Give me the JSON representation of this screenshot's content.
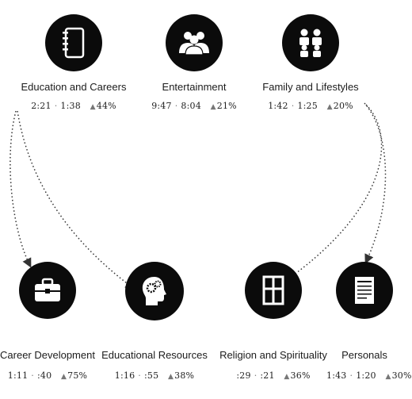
{
  "top": [
    {
      "label": "Education and Careers",
      "before": "2:21",
      "after": "1:38",
      "change": "44%",
      "icon": "notebook-icon"
    },
    {
      "label": "Entertainment",
      "before": "9:47",
      "after": "8:04",
      "change": "21%",
      "icon": "audience-icon"
    },
    {
      "label": "Family and Lifestyles",
      "before": "1:42",
      "after": "1:25",
      "change": "20%",
      "icon": "family-icon"
    }
  ],
  "bottom": [
    {
      "label": "Career Development",
      "before": "1:11",
      "after": ":40",
      "change": "75%",
      "icon": "briefcase-icon"
    },
    {
      "label": "Educational Resources",
      "before": "1:16",
      "after": ":55",
      "change": "38%",
      "icon": "head-gears-icon"
    },
    {
      "label": "Religion and Spirituality",
      "before": ":29",
      "after": ":21",
      "change": "36%",
      "icon": "window-icon"
    },
    {
      "label": "Personals",
      "before": "1:43",
      "after": "1:20",
      "change": "30%",
      "icon": "document-icon"
    }
  ],
  "colors": {
    "circle": "#0b0b0b",
    "connector": "#333333"
  },
  "change_arrow": "▲"
}
